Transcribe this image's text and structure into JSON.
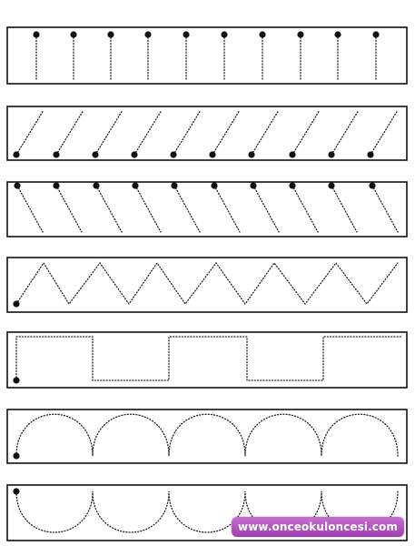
{
  "worksheet": {
    "rows": [
      {
        "pattern": "vertical-lines",
        "repeats": 10
      },
      {
        "pattern": "forward-slashes",
        "repeats": 10
      },
      {
        "pattern": "back-slashes",
        "repeats": 10
      },
      {
        "pattern": "zigzag",
        "repeats": 6
      },
      {
        "pattern": "square-wave",
        "repeats": 3
      },
      {
        "pattern": "arches",
        "repeats": 5
      },
      {
        "pattern": "cups",
        "repeats": 5
      }
    ]
  },
  "watermark": {
    "text": "www.onceokuloncesi.com",
    "color": "#a84cbc"
  }
}
